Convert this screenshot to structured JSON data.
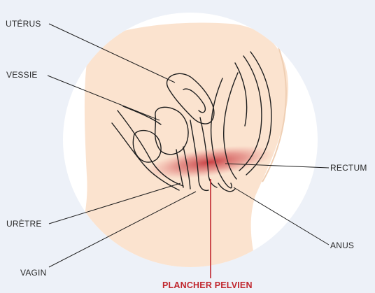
{
  "labels": {
    "uterus": "UTÉRUS",
    "vessie": "VESSIE",
    "uretre": "URÈTRE",
    "vagin": "VAGIN",
    "rectum": "RECTUM",
    "anus": "ANUS",
    "plancher": "PLANCHER PELVIEN"
  },
  "colors": {
    "background": "#edf1f8",
    "circle_fill": "#ffffff",
    "skin": "#fbe3cf",
    "outline": "#1e1e1e",
    "highlight": "#c0262d"
  }
}
